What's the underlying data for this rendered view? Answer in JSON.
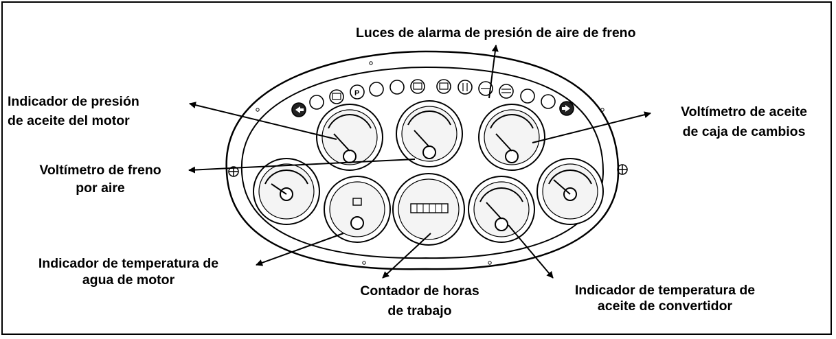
{
  "labels": {
    "brake_air_alarm": "Luces de alarma de presión de aire de freno",
    "engine_oil_pressure_1": "Indicador de presión",
    "engine_oil_pressure_2": "de aceite del motor",
    "air_brake_voltmeter_1": "Voltímetro de freno",
    "air_brake_voltmeter_2": "por aire",
    "engine_water_temp_1": "Indicador de temperatura de",
    "engine_water_temp_2": "agua de motor",
    "hour_counter_1": "Contador de horas",
    "hour_counter_2": "de trabajo",
    "converter_oil_temp_1": "Indicador de temperatura de",
    "converter_oil_temp_2": "aceite de convertidor",
    "gearbox_oil_voltmeter_1": "Voltímetro de aceite",
    "gearbox_oil_voltmeter_2": "de caja de cambios"
  },
  "colors": {
    "line": "#000000",
    "panel_fill": "#ffffff",
    "dial_face": "#f4f4f4"
  },
  "icons": [
    "left-turn-arrow-icon",
    "empty-lamp-icon",
    "engine-lamp-icon",
    "parking-p-icon",
    "high-beam-icon",
    "preheat-icon",
    "oil-can-icon",
    "charge-lamp-icon",
    "fuel-lamp-icon",
    "brake-pressure-icon",
    "beam-icon",
    "empty-lamp-icon",
    "empty-lamp-icon",
    "right-turn-arrow-icon"
  ]
}
